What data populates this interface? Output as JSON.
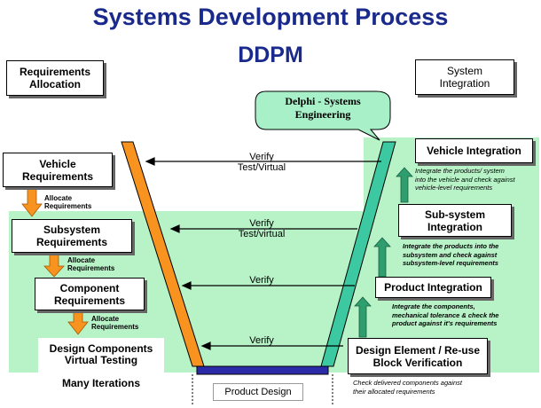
{
  "title": "Systems Development Process",
  "subtitle": "DDPM",
  "left_header": "Requirements\nAllocation",
  "right_header": "System\nIntegration",
  "bubble": "Delphi - Systems\nEngineering",
  "left_boxes": [
    {
      "id": "vehicle",
      "label": "Vehicle\nRequirements"
    },
    {
      "id": "subsystem",
      "label": "Subsystem\nRequirements"
    },
    {
      "id": "component",
      "label": "Component\nRequirements"
    },
    {
      "id": "design",
      "label": "Design Components\nVirtual Testing\n\nMany Iterations"
    }
  ],
  "allocate_labels": [
    "Allocate\nRequirements",
    "Allocate\nRequirements",
    "Allocate\nRequirements"
  ],
  "right_boxes": [
    {
      "id": "vehicle-integration",
      "label": "Vehicle Integration"
    },
    {
      "id": "subsystem-integration",
      "label": "Sub-system\nIntegration"
    },
    {
      "id": "product-integration",
      "label": "Product Integration"
    },
    {
      "id": "design-element",
      "label": "Design Element / Re-use\nBlock Verification"
    }
  ],
  "right_notes": [
    "Integrate the products/ system\ninto the vehicle and check against\nvehicle-level requirements",
    "Integrate the products into the\nsubsystem and check against\nsubsystem-level requirements",
    "Integrate the components,\nmechanical tolerance & check the\nproduct against it's requirements",
    "Check delivered components against\ntheir allocated requirements"
  ],
  "verify_labels": [
    "Verify\nTest/Virtual",
    "Verify\nTest/virtual",
    "Verify",
    "Verify"
  ],
  "bottom_label": "Product Design",
  "colors": {
    "title": "#1a2a8c",
    "green_panel": "#b8f3c8",
    "orange": "#f7931e",
    "teal": "#3cc8a0",
    "bottom_bar": "#2b2ba8",
    "up_arrow": "#2e9e6e"
  }
}
